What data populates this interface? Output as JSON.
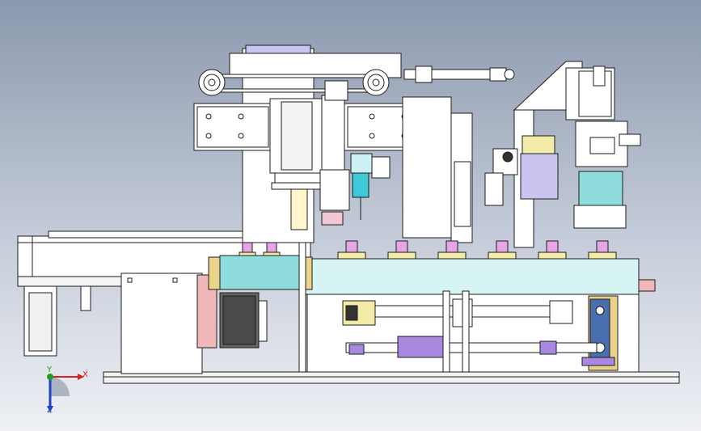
{
  "triad": {
    "x_label": "X",
    "y_label": "Y",
    "z_label": "Z",
    "x_color": "#d42020",
    "y_color": "#20a020",
    "z_color": "#2040c8"
  },
  "colors": {
    "part_outline": "#1c1c1c",
    "part_white": "#ffffff",
    "plate_light": "#e8f0f0",
    "table_cyan": "#d6f4f4",
    "cylinder_teal": "#8fdcdc",
    "fixture_magenta": "#e6a6e6",
    "fixture_yellow": "#f3eca8",
    "flange_tan": "#ead28a",
    "motor_gray": "#555555",
    "purple_rod": "#a989e0",
    "lavender_block": "#c9c4f0",
    "dispenser_cyan": "#3fc8d8",
    "pink_panel": "#f0b8b8",
    "bracket_blue": "#4a6fb0"
  }
}
